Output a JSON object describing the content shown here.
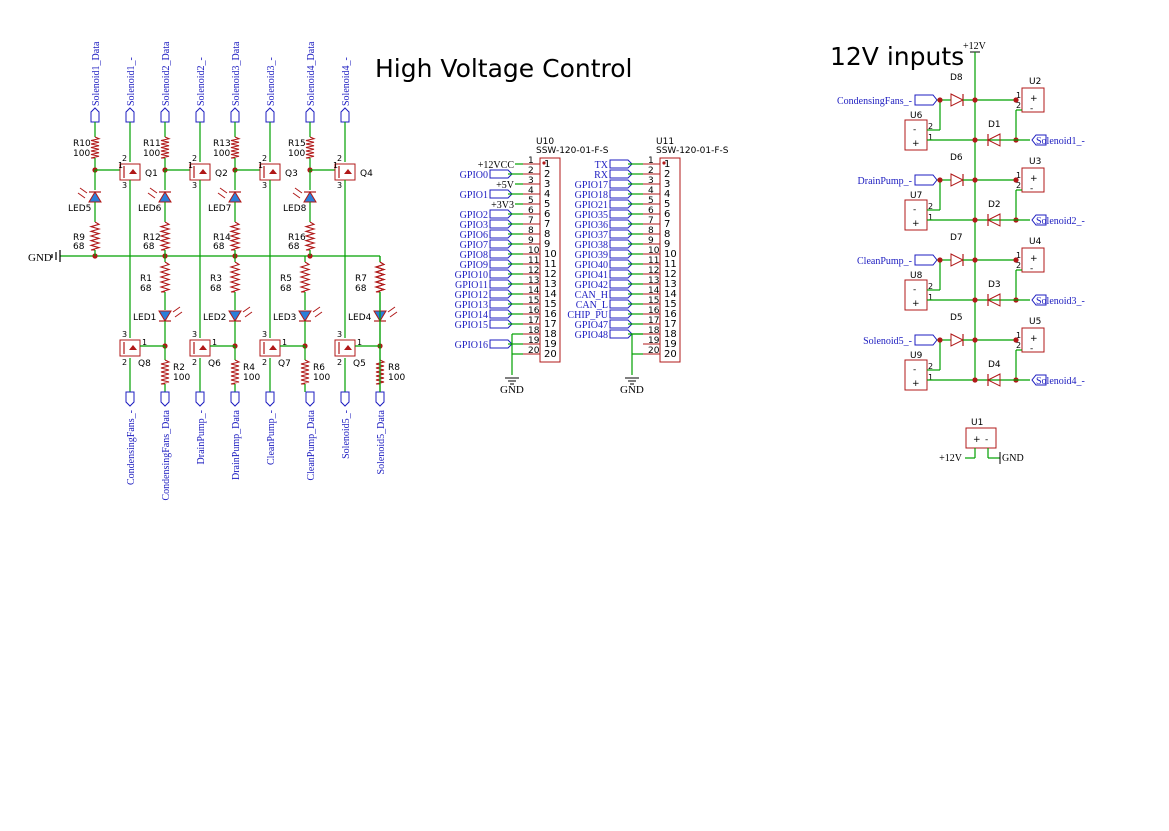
{
  "sheet": {
    "title_hv": "High Voltage Control",
    "title_12v": "12V inputs"
  },
  "colors": {
    "wire": "#00a000",
    "component": "#b01818",
    "label": "#1c1cc0",
    "text": "#000000",
    "led_fill": "#2b7fd9"
  },
  "hv": {
    "top_connectors": [
      "Solenoid1_Data",
      "Solenoid1_-",
      "Solenoid2_Data",
      "Solenoid2_-",
      "Solenoid3_Data",
      "Solenoid3_-",
      "Solenoid4_Data",
      "Solenoid4_-"
    ],
    "bottom_connectors": [
      "CondensingFans_-",
      "CondensingFans_Data",
      "DrainPump_-",
      "DrainPump_Data",
      "CleanPump_-",
      "CleanPump_Data",
      "Solenoid5_-",
      "Solenoid5_Data"
    ],
    "top_resistors": [
      {
        "ref": "R10",
        "value": "100"
      },
      {
        "ref": "R11",
        "value": "100"
      },
      {
        "ref": "R13",
        "value": "100"
      },
      {
        "ref": "R15",
        "value": "100"
      }
    ],
    "top_transistors": [
      "Q1",
      "Q2",
      "Q3",
      "Q4"
    ],
    "top_leds": [
      "LED5",
      "LED6",
      "LED7",
      "LED8"
    ],
    "mid_resistors_top": [
      {
        "ref": "R9",
        "value": "68"
      },
      {
        "ref": "R12",
        "value": "68"
      },
      {
        "ref": "R14",
        "value": "68"
      },
      {
        "ref": "R16",
        "value": "68"
      }
    ],
    "mid_resistors_bottom": [
      {
        "ref": "R1",
        "value": "68"
      },
      {
        "ref": "R3",
        "value": "68"
      },
      {
        "ref": "R5",
        "value": "68"
      },
      {
        "ref": "R7",
        "value": "68"
      }
    ],
    "bottom_leds": [
      "LED1",
      "LED2",
      "LED3",
      "LED4"
    ],
    "bottom_transistors": [
      "Q8",
      "Q6",
      "Q7",
      "Q5"
    ],
    "bottom_resistors": [
      {
        "ref": "R2",
        "value": "100"
      },
      {
        "ref": "R4",
        "value": "100"
      },
      {
        "ref": "R6",
        "value": "100"
      },
      {
        "ref": "R8",
        "value": "100"
      }
    ],
    "gnd_label": "GND",
    "pin_labels": [
      "1",
      "2",
      "3"
    ]
  },
  "u10": {
    "ref": "U10",
    "part": "SSW-120-01-F-S",
    "nets": [
      "+12VCC",
      "GPIO0",
      "+5V",
      "GPIO1",
      "+3V3",
      "GPIO2",
      "GPIO3",
      "GPIO6",
      "GPIO7",
      "GPIO8",
      "GPIO9",
      "GPIO10",
      "GPIO11",
      "GPIO12",
      "GPIO13",
      "GPIO14",
      "GPIO15",
      "",
      "GPIO16",
      ""
    ],
    "pins": [
      "1",
      "2",
      "3",
      "4",
      "5",
      "6",
      "7",
      "8",
      "9",
      "10",
      "11",
      "12",
      "13",
      "14",
      "15",
      "16",
      "17",
      "18",
      "19",
      "20"
    ],
    "gnd": "GND"
  },
  "u11": {
    "ref": "U11",
    "part": "SSW-120-01-F-S",
    "nets": [
      "TX",
      "RX",
      "GPIO17",
      "GPIO18",
      "GPIO21",
      "GPIO35",
      "GPIO36",
      "GPIO37",
      "GPIO38",
      "GPIO39",
      "GPIO40",
      "GPIO41",
      "GPIO42",
      "CAN_H",
      "CAN_L",
      "CHIP_PU",
      "GPIO47",
      "GPIO48",
      "",
      ""
    ],
    "pins": [
      "1",
      "2",
      "3",
      "4",
      "5",
      "6",
      "7",
      "8",
      "9",
      "10",
      "11",
      "12",
      "13",
      "14",
      "15",
      "16",
      "17",
      "18",
      "19",
      "20"
    ],
    "gnd": "GND"
  },
  "v12": {
    "rail": "+12V",
    "rows": [
      {
        "input": "CondensingFans_-",
        "diode_top": "D8",
        "diode_bot": "D1",
        "u_top": "U2",
        "u_bot": "U6",
        "output": "Solenoid1_-"
      },
      {
        "input": "DrainPump_-",
        "diode_top": "D6",
        "diode_bot": "D2",
        "u_top": "U3",
        "u_bot": "U7",
        "output": "Solenoid2_-"
      },
      {
        "input": "CleanPump_-",
        "diode_top": "D7",
        "diode_bot": "D3",
        "u_top": "U4",
        "u_bot": "U8",
        "output": "Solenoid3_-"
      },
      {
        "input": "Solenoid5_-",
        "diode_top": "D5",
        "diode_bot": "D4",
        "u_top": "U5",
        "u_bot": "U9",
        "output": "Solenoid4_-"
      }
    ],
    "u1": {
      "ref": "U1",
      "left": "+12V",
      "right": "GND"
    },
    "plus": "+",
    "minus": "-"
  }
}
